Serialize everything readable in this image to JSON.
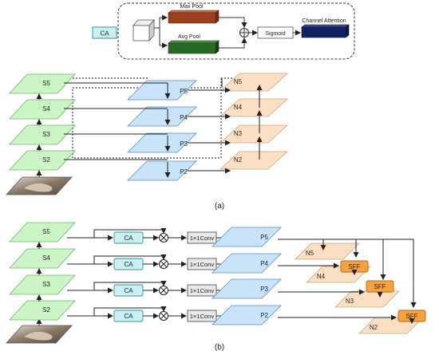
{
  "colors": {
    "green": "#ccf5c6",
    "green_edge": "#6bb56a",
    "blue": "#c9e3f8",
    "blue_edge": "#5e8fbf",
    "peach": "#fde0c4",
    "peach_edge": "#c9a783",
    "ca_fill": "#c9f1f3",
    "ca_edge": "#3d8f96",
    "sff_fill": "#f6a33f",
    "sff_edge": "#b8661a",
    "maxpool": "#9c3f1c",
    "avgpool": "#2a6a28",
    "channel_att": "#12225e"
  },
  "module": {
    "ca_tag": "CA",
    "max_pool": "Max Pool",
    "avg_pool": "Avg Pool",
    "sigmoid": "Sigmoid",
    "channel_attention": "Channel Attention",
    "add_symbol": "⊕"
  },
  "panel_a": {
    "backbone": [
      "S5",
      "S4",
      "S3",
      "S2"
    ],
    "pyramid": [
      "P5",
      "P4",
      "P3",
      "P2"
    ],
    "bottom_up": [
      "N5",
      "N4",
      "N3",
      "N2"
    ],
    "caption": "(a)"
  },
  "panel_b": {
    "backbone": [
      "S5",
      "S4",
      "S3",
      "S2"
    ],
    "ca": [
      "CA",
      "CA",
      "CA",
      "CA"
    ],
    "conv": [
      "1×1Conv",
      "1×1Conv",
      "1×1Conv",
      "1×1Conv"
    ],
    "multiply_symbol": "⊗",
    "pyramid": [
      "P5",
      "P4",
      "P3",
      "P2"
    ],
    "bottom_up": [
      "N5",
      "N4",
      "N3",
      "N2"
    ],
    "sff": [
      "SFF",
      "SFF",
      "SFF"
    ],
    "caption": "(b)"
  }
}
